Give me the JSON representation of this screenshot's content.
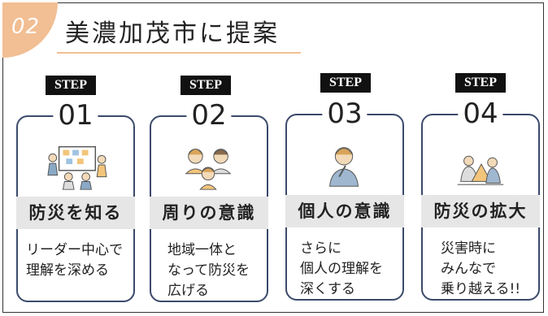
{
  "header": {
    "number": "02",
    "title": "美濃加茂市に提案"
  },
  "steps": [
    {
      "label": "STEP",
      "num": "01",
      "heading": "防災を知る",
      "desc": "リーダー中心で\n理解を深める",
      "icon": "meeting-people-icon"
    },
    {
      "label": "STEP",
      "num": "02",
      "heading": "周りの意識",
      "desc": "地域一体と\nなって防災を\n広げる",
      "icon": "community-people-icon"
    },
    {
      "label": "STEP",
      "num": "03",
      "heading": "個人の意識",
      "desc": "さらに\n個人の理解を\n深くする",
      "icon": "thinking-person-icon"
    },
    {
      "label": "STEP",
      "num": "04",
      "heading": "防災の拡大",
      "desc": "災害時に\nみんなで\n乗り越える!!",
      "icon": "helping-people-icon"
    }
  ],
  "colors": {
    "accent": "#f2be93",
    "card_border": "#3b4a6b",
    "band": "#e6e6e6",
    "step_bg": "#111111"
  }
}
